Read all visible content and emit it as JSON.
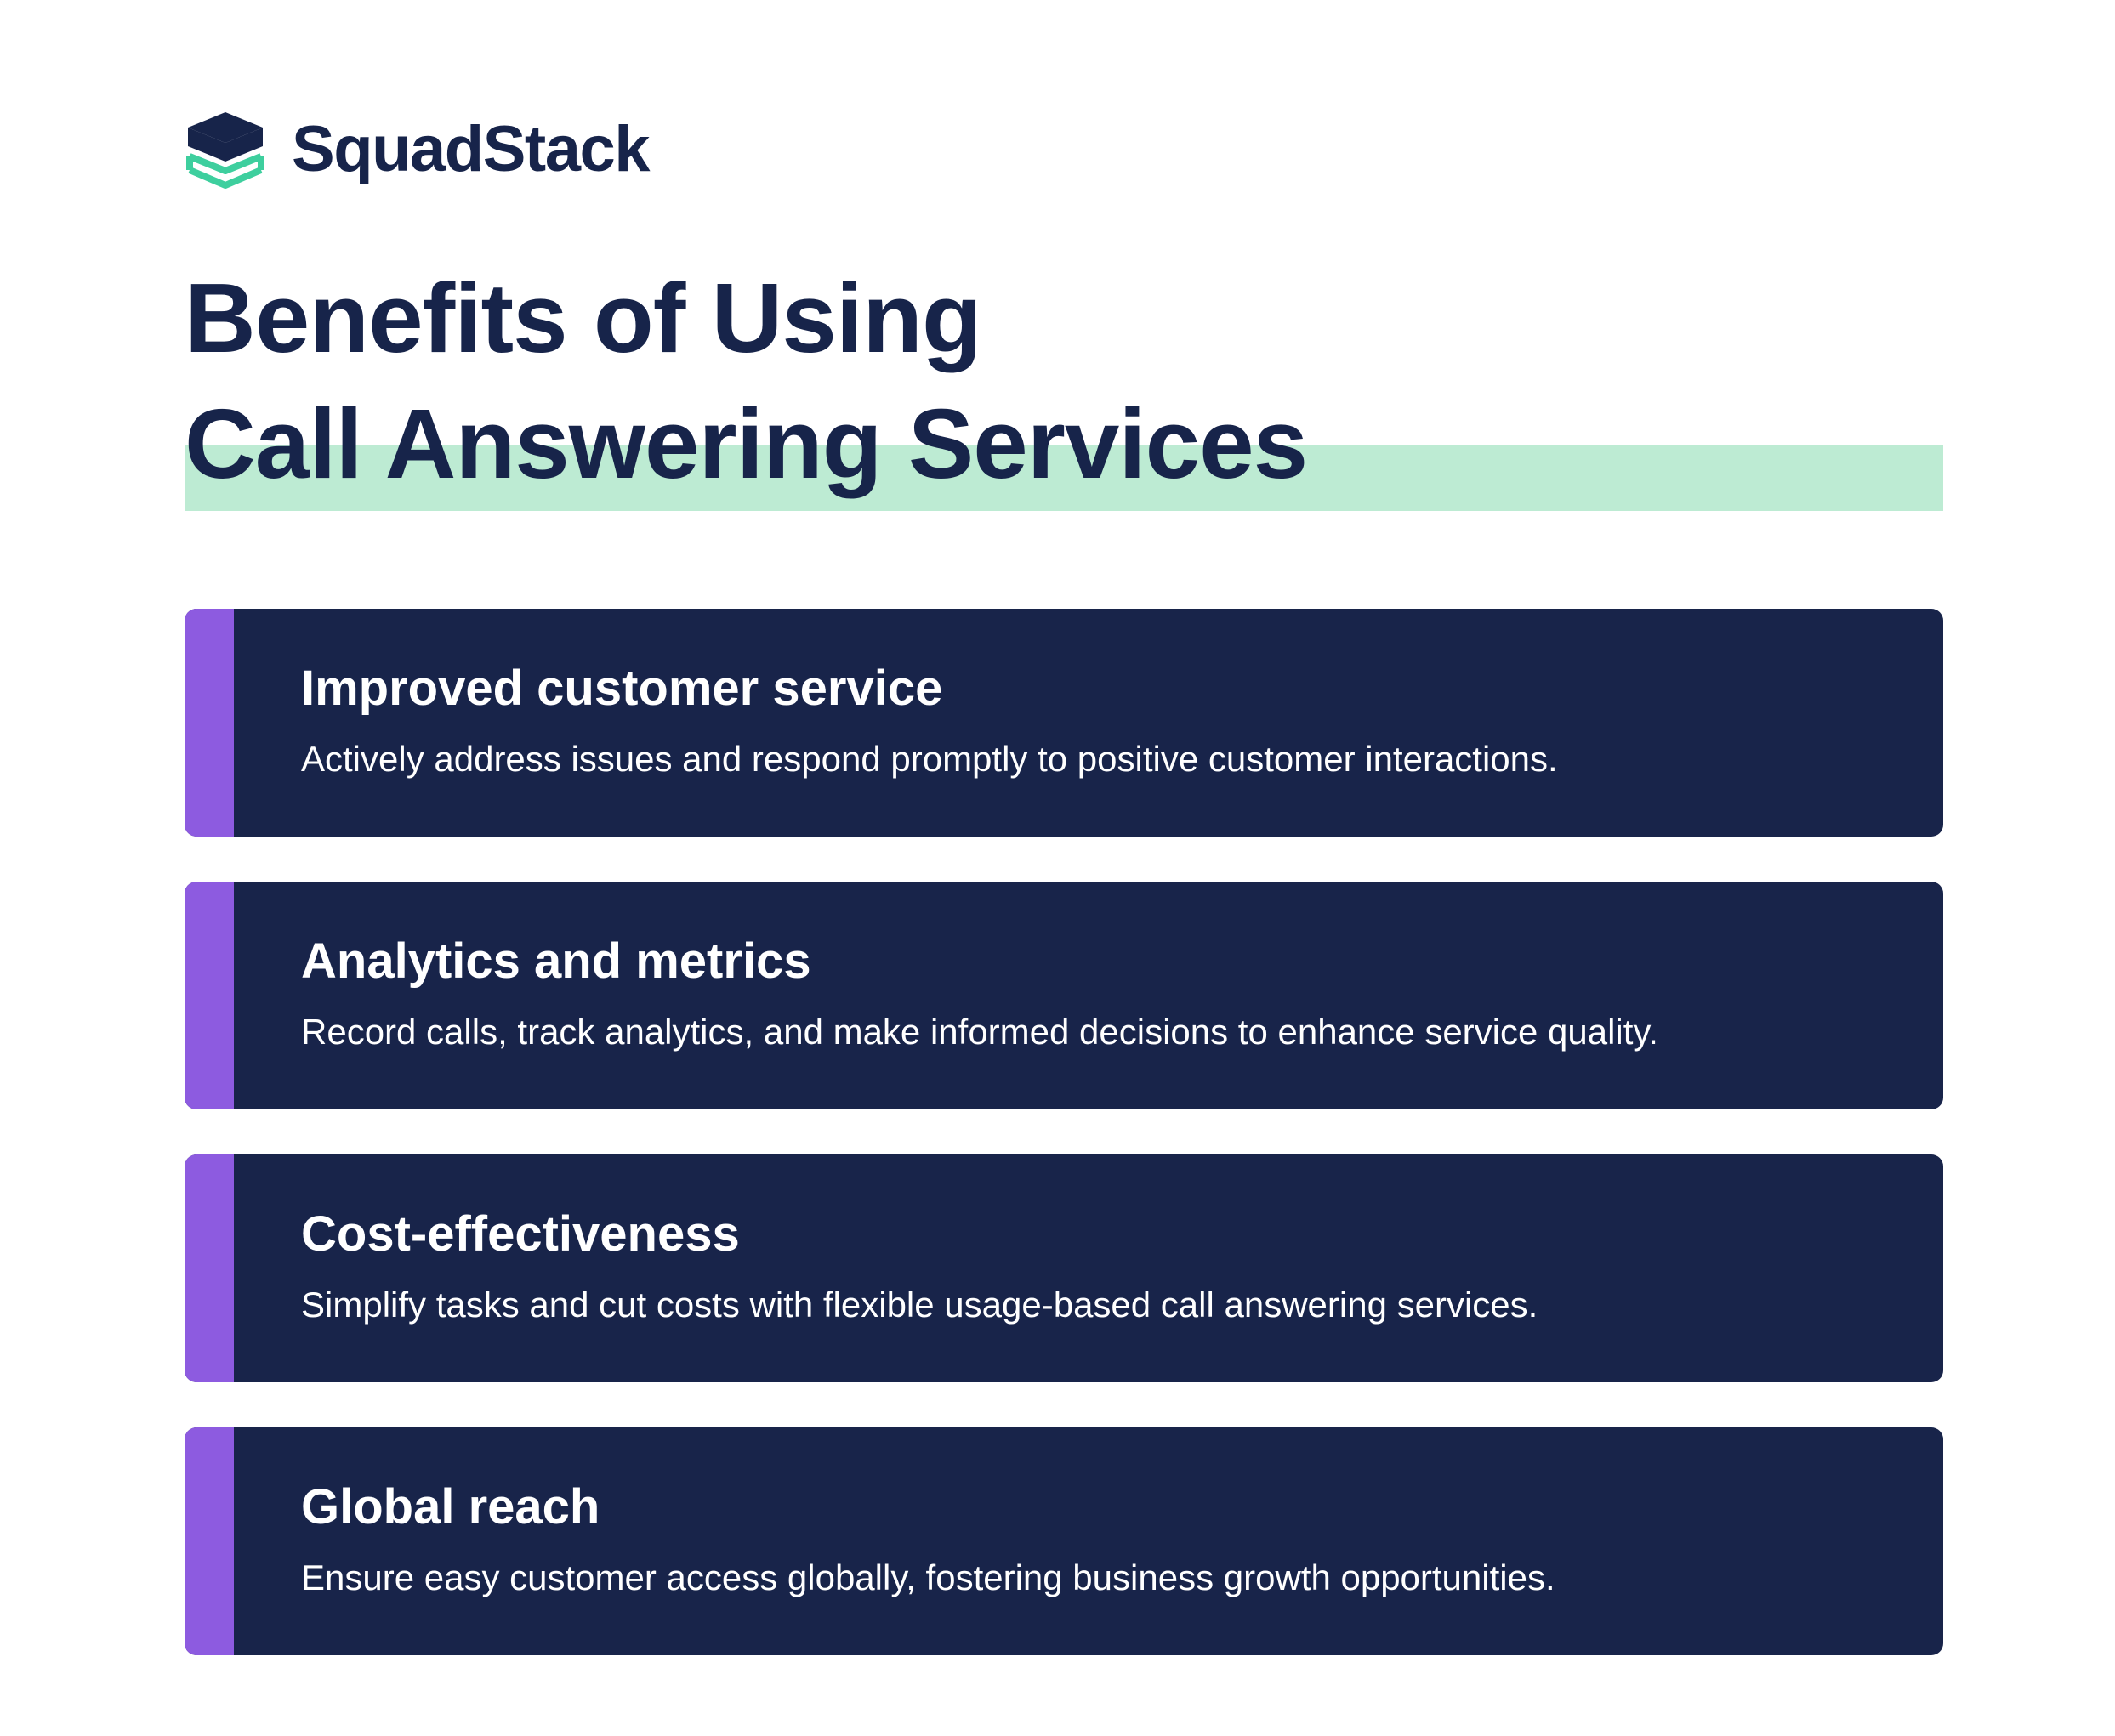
{
  "brand": {
    "name": "SquadStack",
    "logo_icon": "stack-layers-icon",
    "colors": {
      "navy": "#17244a",
      "mint": "#3ecf9e"
    }
  },
  "heading": {
    "line1": "Benefits of Using",
    "line2": "Call Answering Services",
    "highlight_color": "#bdebd3"
  },
  "cards": [
    {
      "title": "Improved customer service",
      "text": "Actively address issues and respond promptly to positive customer interactions."
    },
    {
      "title": "Analytics and metrics",
      "text": "Record calls, track analytics, and make informed decisions to enhance service quality."
    },
    {
      "title": "Cost-effectiveness",
      "text": "Simplify tasks and cut costs with flexible usage-based call answering services."
    },
    {
      "title": "Global reach",
      "text": "Ensure easy customer access globally, fostering business growth opportunities."
    }
  ],
  "colors": {
    "card_background": "#18244a",
    "card_accent": "#8d5be0",
    "card_text": "#ffffff"
  }
}
